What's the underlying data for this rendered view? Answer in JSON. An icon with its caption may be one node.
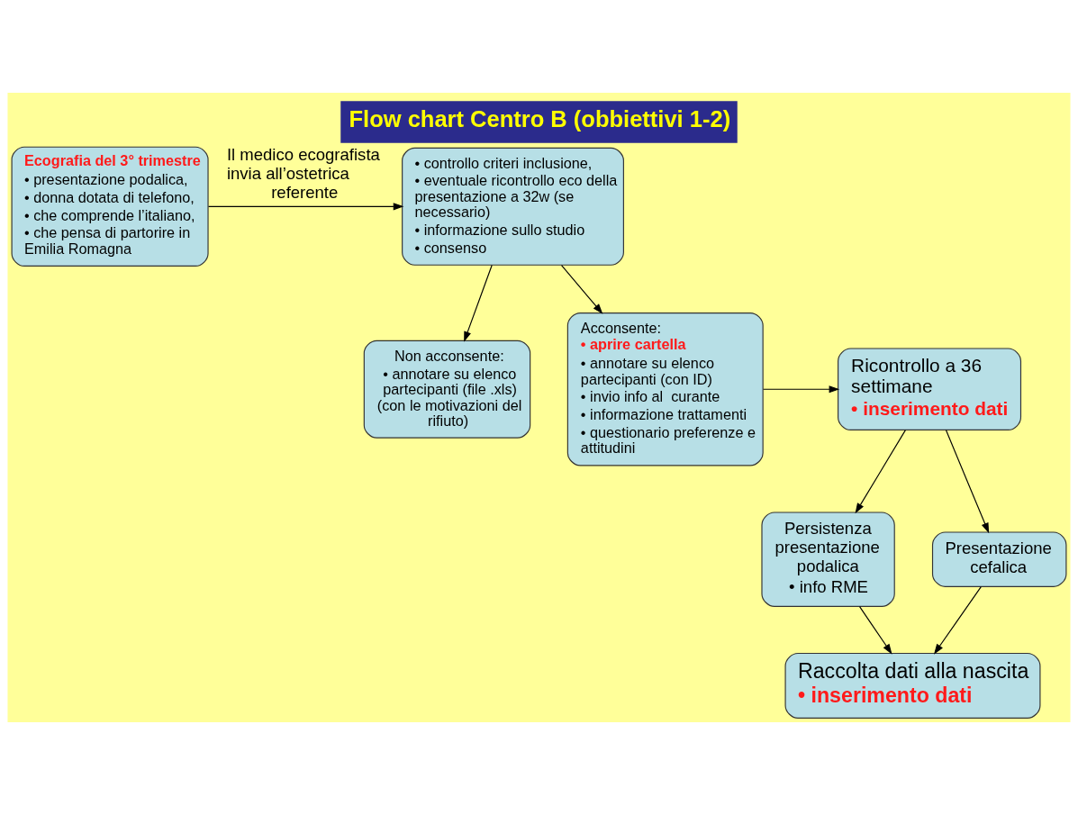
{
  "diagram": {
    "title": "Flow chart Centro B (obbiettivi 1-2)",
    "nodes": [
      {
        "text": [
          "Ecografia del 3° trimestre",
          "• presentazione podalica,",
          "• donna dotata di telefono,",
          "• che comprende l’italiano,",
          "• che pensa di partorire in Emilia Romagna"
        ]
      },
      {
        "text": [
          "• controllo criteri inclusione,",
          "• eventuale ricontrollo eco della presentazione a 32w (se necessario)",
          "• informazione sullo studio",
          "• consenso"
        ]
      },
      {
        "text": [
          "Non acconsente:",
          "• annotare su elenco partecipanti (file .xls) (con le motivazioni del rifiuto)"
        ]
      },
      {
        "text": [
          "Acconsente:",
          "• aprire cartella",
          "• annotare su elenco partecipanti (con ID)",
          "• invio info al  curante",
          "• informazione trattamenti",
          "• questionario preferenze e attitudini"
        ]
      },
      {
        "text": [
          "Ricontrollo a 36 settimane",
          "• inserimento dati"
        ]
      },
      {
        "text": [
          "Persistenza presentazione podalica",
          "• info RME"
        ]
      },
      {
        "text": [
          "Presentazione cefalica"
        ]
      },
      {
        "text": [
          "Raccolta dati alla nascita",
          "• inserimento dati"
        ]
      }
    ],
    "edges": [
      {
        "from": 0,
        "to": 1,
        "arrow": "to",
        "label": "Il medico ecografista invia all’ostetrica referente"
      },
      {
        "from": 1,
        "to": 2,
        "arrow": "to"
      },
      {
        "from": 1,
        "to": 3,
        "arrow": "to"
      },
      {
        "from": 3,
        "to": 4,
        "arrow": "to"
      },
      {
        "from": 4,
        "to": 5,
        "arrow": "to"
      },
      {
        "from": 4,
        "to": 6,
        "arrow": "to"
      },
      {
        "from": 5,
        "to": 7,
        "arrow": "to"
      },
      {
        "from": 6,
        "to": 7,
        "arrow": "to"
      }
    ]
  }
}
